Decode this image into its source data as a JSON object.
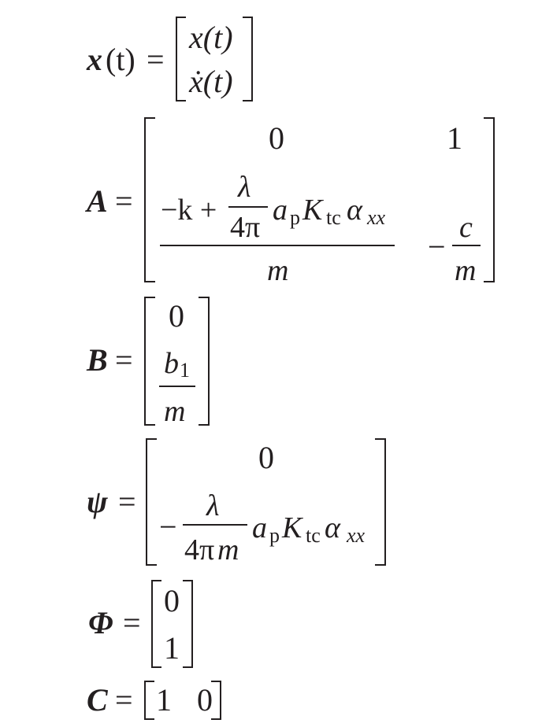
{
  "x_def": {
    "lhs_symbol": "x",
    "lhs_arg": "(t)",
    "equals": "=",
    "row1": "x(t)",
    "row2": "ẋ(t)"
  },
  "A_def": {
    "lhs_symbol": "A",
    "equals": "=",
    "r1c1": "0",
    "r1c2": "1",
    "num_prefix": "−k +",
    "lambda": "λ",
    "four_pi": "4π",
    "a": "a",
    "a_sub": "p",
    "K": "K",
    "K_sub": "tc",
    "alpha": "α",
    "alpha_sub": "xx",
    "denom_m": "m",
    "minus": "−",
    "c": "c",
    "m": "m"
  },
  "B_def": {
    "lhs_symbol": "B",
    "equals": "=",
    "row1": "0",
    "b": "b",
    "b_sub": "1",
    "m": "m"
  },
  "psi_def": {
    "lhs_symbol": "ψ",
    "equals": "=",
    "row1": "0",
    "minus": "−",
    "lambda": "λ",
    "four_pi": "4π",
    "m": "m",
    "a": "a",
    "a_sub": "p",
    "K": "K",
    "K_sub": "tc",
    "alpha": "α",
    "alpha_sub": "xx"
  },
  "phi_def": {
    "lhs_symbol": "Φ",
    "equals": "=",
    "row1": "0",
    "row2": "1"
  },
  "C_def": {
    "lhs_symbol": "C",
    "equals": "=",
    "c1": "1",
    "c2": "0"
  }
}
